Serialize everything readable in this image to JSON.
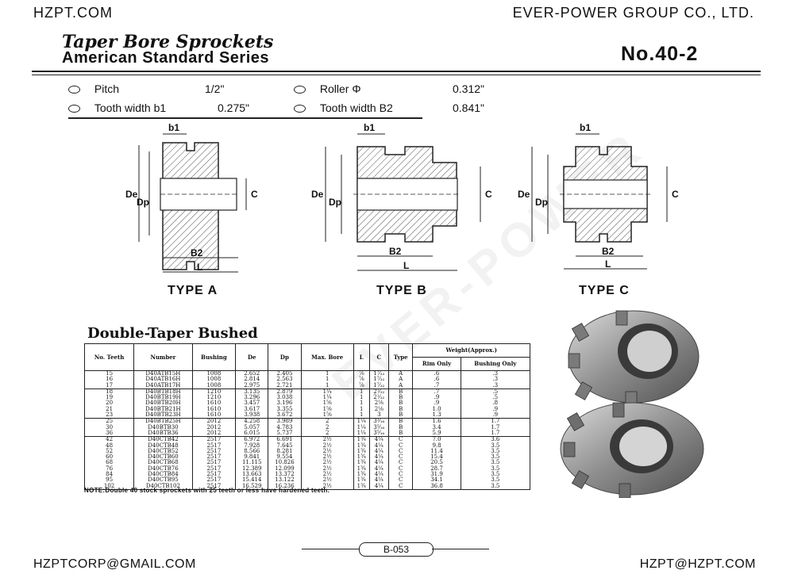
{
  "header": {
    "left": "HZPT.COM",
    "right": "EVER-POWER GROUP CO., LTD."
  },
  "title": {
    "line1": "Taper Bore Sprockets",
    "line2": "American Standard Series",
    "number": "No.40-2"
  },
  "specs": [
    {
      "label": "Pitch",
      "value": "1/2\""
    },
    {
      "label": "Roller Φ",
      "value": "0.312\""
    },
    {
      "label": "Tooth width b1",
      "value": "0.275\""
    },
    {
      "label": "Tooth width B2",
      "value": "0.841\""
    }
  ],
  "diagrams": {
    "labels": {
      "b1": "b1",
      "de": "De",
      "dp": "Dp",
      "c": "C",
      "b2": "B2",
      "l": "L"
    },
    "types": [
      "TYPE A",
      "TYPE B",
      "TYPE C"
    ]
  },
  "watermark": "EVER-POWER",
  "table": {
    "title": "Double-Taper Bushed",
    "headers": {
      "teeth": "No. Teeth",
      "number": "Number",
      "bushing": "Bushing",
      "de": "De",
      "dp": "Dp",
      "max_bore": "Max. Bore",
      "l": "L",
      "c": "C",
      "type": "Type",
      "weight": "Weight(Approx.)",
      "rim": "Rim Only",
      "bush": "Bushing Only"
    },
    "rows": [
      [
        "15",
        "D40ATB15H",
        "1008",
        "2.652",
        "2.405",
        "1",
        "⅞",
        "1⁷⁄₃₂",
        "A",
        ".6",
        ".3"
      ],
      [
        "16",
        "D40ATB16H",
        "1008",
        "2.814",
        "2.563",
        "1",
        "⅞",
        "1⁷⁄₃₂",
        "A",
        ".6",
        ".3"
      ],
      [
        "17",
        "D40ATB17H",
        "1008",
        "2.975",
        "2.721",
        "1",
        "⅞",
        "1⁷⁄₃₂",
        "A",
        ".7",
        ".3"
      ],
      [
        "18",
        "D40BTB18H",
        "1210",
        "3.135",
        "2.879",
        "1¼",
        "1",
        "2¹⁄₃₂",
        "B",
        ".7",
        ".5"
      ],
      [
        "19",
        "D40BTB19H",
        "1210",
        "3.296",
        "3.038",
        "1¼",
        "1",
        "2¹⁄₃₂",
        "B",
        ".9",
        ".5"
      ],
      [
        "20",
        "D40BTB20H",
        "1610",
        "3.457",
        "3.196",
        "1⅝",
        "1",
        "2⅛",
        "B",
        ".9",
        ".8"
      ],
      [
        "21",
        "D40BTB21H",
        "1610",
        "3.617",
        "3.355",
        "1⅝",
        "1",
        "2⅛",
        "B",
        "1.0",
        ".9"
      ],
      [
        "23",
        "D40BTB23H",
        "1610",
        "3.938",
        "3.672",
        "1⅝",
        "1",
        "3",
        "B",
        "1.3",
        ".9"
      ],
      [
        "25",
        "D40BTB25H",
        "2012",
        "4.258",
        "3.989",
        "2",
        "1¼",
        "3³⁄₁₆",
        "B",
        "1.6",
        "1.7"
      ],
      [
        "30",
        "D40BTB30",
        "2012",
        "5.057",
        "4.783",
        "2",
        "1¼",
        "3⁵⁄₁₆",
        "B",
        "3.4",
        "1.7"
      ],
      [
        "36",
        "D40BTB36",
        "2012",
        "6.015",
        "5.737",
        "2",
        "1¼",
        "3⁵⁄₁₆",
        "B",
        "5.9",
        "1.7"
      ],
      [
        "42",
        "D40CTB42",
        "2517",
        "6.972",
        "6.691",
        "2½",
        "1¾",
        "4¼",
        "C",
        "7.0",
        "3.6"
      ],
      [
        "48",
        "D40CTB48",
        "2517",
        "7.928",
        "7.645",
        "2½",
        "1¾",
        "4¼",
        "C",
        "9.8",
        "3.5"
      ],
      [
        "52",
        "D40CTB52",
        "2517",
        "8.566",
        "8.281",
        "2½",
        "1¾",
        "4¼",
        "C",
        "11.4",
        "3.5"
      ],
      [
        "60",
        "D40CTB60",
        "2517",
        "9.841",
        "9.554",
        "2½",
        "1¾",
        "4¼",
        "C",
        "15.4",
        "3.5"
      ],
      [
        "68",
        "D40CTB68",
        "2517",
        "11.115",
        "10.826",
        "2½",
        "1¾",
        "4¼",
        "C",
        "20.5",
        "3.5"
      ],
      [
        "76",
        "D40CTB76",
        "2517",
        "12.389",
        "12.099",
        "2½",
        "1¾",
        "4¼",
        "C",
        "28.7",
        "3.5"
      ],
      [
        "84",
        "D40CTB84",
        "2517",
        "13.663",
        "13.372",
        "2½",
        "1¾",
        "4¼",
        "C",
        "31.9",
        "3.5"
      ],
      [
        "95",
        "D40CTB95",
        "2517",
        "15.414",
        "13.122",
        "2½",
        "1¾",
        "4¼",
        "C",
        "34.1",
        "3.5"
      ],
      [
        "102",
        "D40CTB102",
        "2517",
        "16.529",
        "16.236",
        "2½",
        "1¾",
        "4¼",
        "C",
        "36.8",
        "3.5"
      ]
    ],
    "note": "NOTE:Double 40 stock sprockets with 25 teeth or less have hardened teeth."
  },
  "footer": {
    "page_code": "B-053",
    "left": "HZPTCORP@GMAIL.COM",
    "right": "HZPT@HZPT.COM"
  }
}
